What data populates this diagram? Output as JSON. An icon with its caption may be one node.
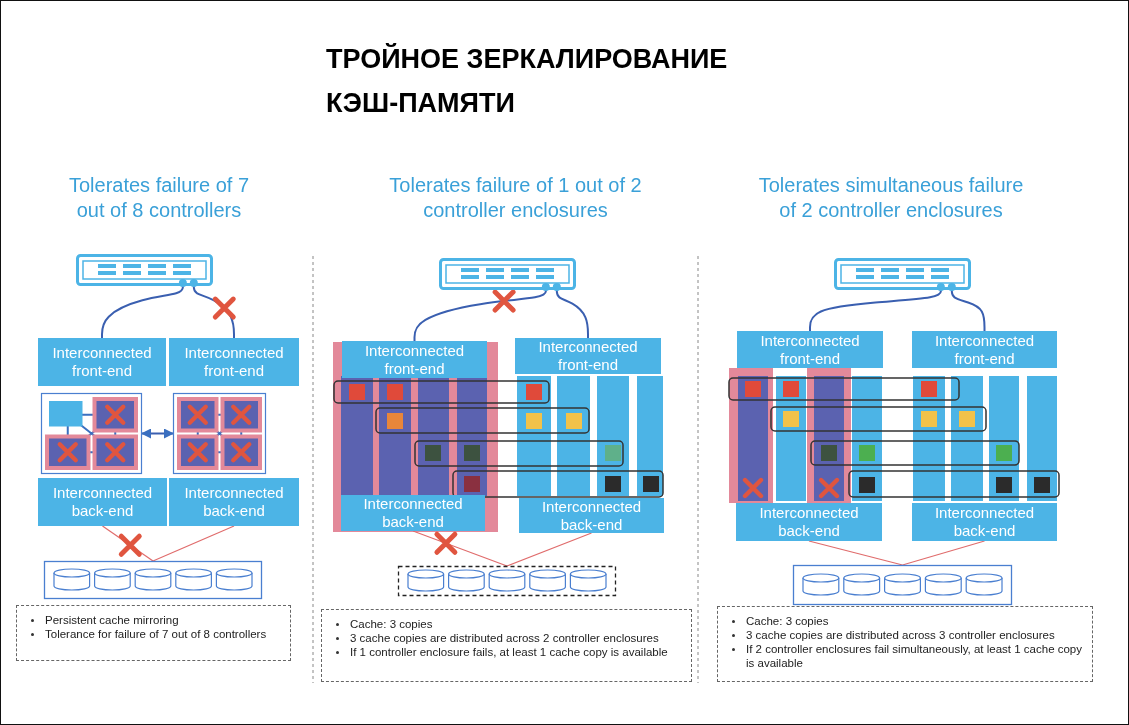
{
  "diagram": {
    "title": "ТРОЙНОЕ ЗЕРКАЛИРОВАНИЕ КЭШ-ПАМЯТИ",
    "nodes": [
      {
        "text": [],
        "shape": "picture"
      },
      {
        "text": [
          "Interconnected front-end"
        ]
      },
      {
        "text": [
          "Interconnected front-end"
        ]
      },
      {
        "text": [],
        "shape": "box"
      },
      {
        "text": [],
        "shape": "box"
      },
      {
        "text": [
          "Interconnected back-end"
        ]
      },
      {
        "text": [
          "Interconnected back-end"
        ]
      },
      {
        "text": [],
        "shape": "picture"
      },
      {
        "text": [
          "Persistent cache mirroring",
          "Tolerance for failure of 7 out of 8 controllers"
        ]
      },
      {
        "text": [],
        "shape": "picture"
      },
      {
        "text": [
          "Interconnected front-end"
        ]
      },
      {
        "text": [
          "Interconnected front-end"
        ]
      },
      {
        "text": [
          "Interconnected back-end"
        ]
      },
      {
        "text": [
          "Interconnected back-end"
        ]
      },
      {
        "text": [],
        "shape": "picture"
      },
      {
        "text": [
          "Cache: 3 copies",
          "3 cache copies are distributed across 2 controller enclosures",
          "If 1 controller enclosure fails, at least 1 cache copy is available"
        ]
      },
      {
        "text": [],
        "shape": "picture"
      },
      {
        "text": [
          "Interconnected front-end"
        ]
      },
      {
        "text": [
          "Interconnected front-end"
        ]
      },
      {
        "text": [
          "Interconnected back-end"
        ]
      },
      {
        "text": [
          "Interconnected back-end"
        ]
      },
      {
        "text": [],
        "shape": "picture"
      },
      {
        "text": [
          "Cache: 3 copies",
          "3 cache copies are distributed across 3 controller enclosures",
          "If 2 controller enclosures fail simultaneously, at least 1 cache copy is available"
        ]
      }
    ],
    "edges": [
      {
        "from": 0,
        "to": 1,
        "arrow": "none"
      },
      {
        "from": 0,
        "to": 2,
        "arrow": "none"
      },
      {
        "from": 3,
        "to": 4,
        "arrow": "both"
      },
      {
        "from": 5,
        "to": 7,
        "arrow": "none",
        "color": "#e06c6c"
      },
      {
        "from": 6,
        "to": 7,
        "arrow": "none",
        "color": "#e06c6c"
      },
      {
        "from": 9,
        "to": 10,
        "arrow": "none"
      },
      {
        "from": 9,
        "to": 11,
        "arrow": "none"
      },
      {
        "from": 12,
        "to": 14,
        "arrow": "none",
        "color": "#e06c6c"
      },
      {
        "from": 13,
        "to": 14,
        "arrow": "none",
        "color": "#e06c6c"
      },
      {
        "from": 16,
        "to": 17,
        "arrow": "none"
      },
      {
        "from": 16,
        "to": 18,
        "arrow": "none"
      },
      {
        "from": 19,
        "to": 21,
        "arrow": "none",
        "color": "#e06c6c"
      },
      {
        "from": 20,
        "to": 21,
        "arrow": "none",
        "color": "#e06c6c"
      }
    ],
    "labels": [
      "Tolerates failure of 7 out of 8 controllers",
      "Tolerates failure of 1 out of 2 controller enclosures",
      "Tolerates simultaneous failure of 2 controller enclosures"
    ]
  }
}
